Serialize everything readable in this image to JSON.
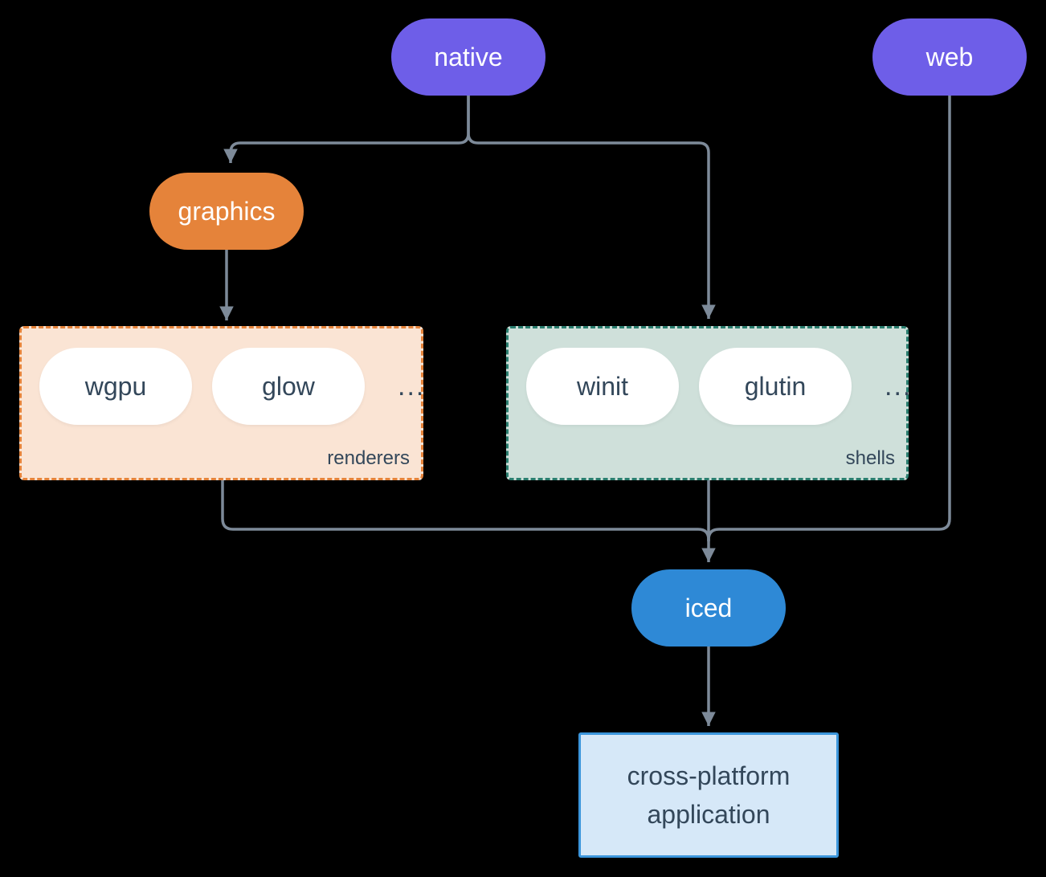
{
  "nodes": {
    "native": {
      "label": "native"
    },
    "web": {
      "label": "web"
    },
    "graphics": {
      "label": "graphics"
    },
    "iced": {
      "label": "iced"
    },
    "app": {
      "label": "cross-platform application"
    }
  },
  "groups": {
    "renderers": {
      "label": "renderers",
      "items": [
        "wgpu",
        "glow"
      ],
      "more": "..."
    },
    "shells": {
      "label": "shells",
      "items": [
        "winit",
        "glutin"
      ],
      "more": "..."
    }
  },
  "colors": {
    "bg": "#000000",
    "purple": "#6e5ee8",
    "orange": "#e5833a",
    "blue": "#2e89d6",
    "peach_fill": "#fae4d4",
    "peach_border": "#e5833a",
    "green_fill": "#cfe0da",
    "green_border": "#2a7e6f",
    "app_fill": "#d6e8f8",
    "app_border": "#3c96dc",
    "line": "#7d8a99",
    "text_dark": "#33475a",
    "pill_text": "#ffffff"
  }
}
